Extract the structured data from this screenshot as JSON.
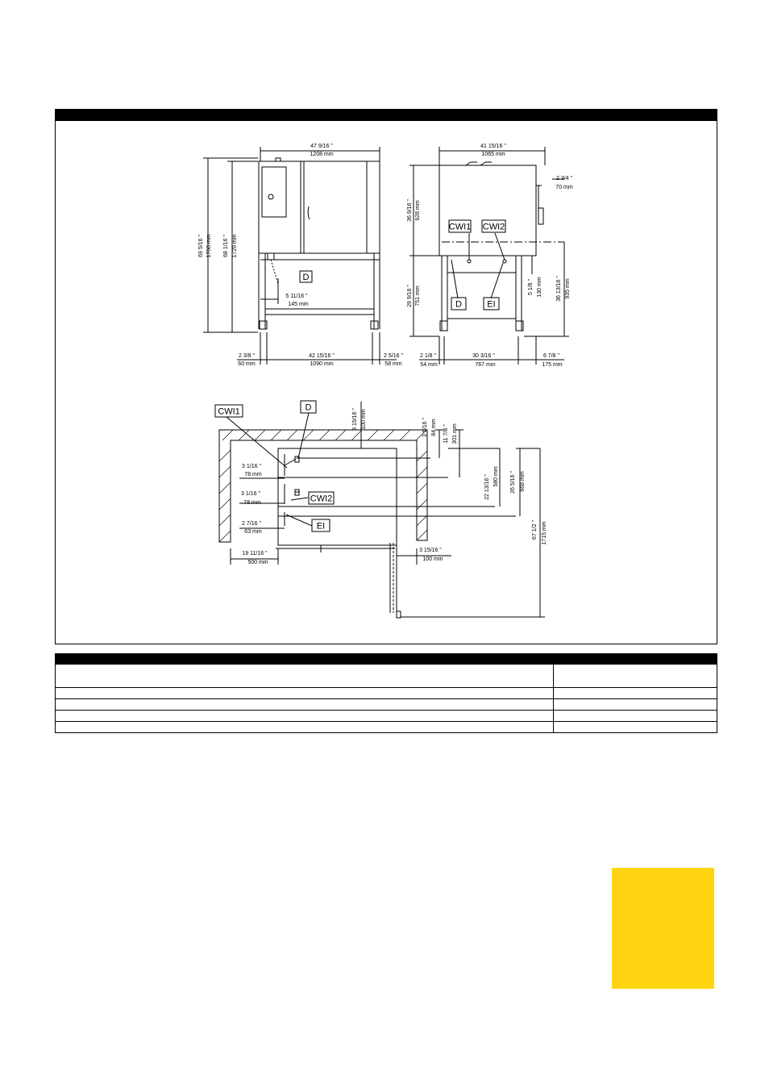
{
  "front_view": {
    "width_in": "47 9/16 \"",
    "width_mm": "1208 mm",
    "height_total_in": "69 5/16 \"",
    "height_total_mm": "1760 mm",
    "height_body_in": "68 1/16 \"",
    "height_body_mm": "1729 mm",
    "drain_offset_in": "5 11/16 \"",
    "drain_offset_mm": "145 mm",
    "left_in": "2 3/8 \"",
    "left_mm": "60 mm",
    "center_in": "42 15/16 \"",
    "center_mm": "1090 mm",
    "right_in": "2 5/16 \"",
    "right_mm": "58 mm",
    "label_d": "D"
  },
  "side_view": {
    "width_in": "41 15/16 \"",
    "width_mm": "1065 mm",
    "back_in": "2 3/4 \"",
    "back_mm": "70 mm",
    "upper_in": "36 9/16 \"",
    "upper_mm": "928 mm",
    "lower_in": "29 9/16 \"",
    "lower_mm": "751 mm",
    "conn_in": "5 1/8 \"",
    "conn_mm": "130 mm",
    "right_h_in": "36 13/16 \"",
    "right_h_mm": "935 mm",
    "left_in": "2 1/8 \"",
    "left_mm": "54 mm",
    "center_in": "30 3/16 \"",
    "center_mm": "767 mm",
    "right_in": "6 7/8 \"",
    "right_mm": "175 mm",
    "label_cwi1": "CWI1",
    "label_cwi2": "CWI2",
    "label_d": "D",
    "label_ei": "EI"
  },
  "plan_view": {
    "label_cwi1": "CWI1",
    "label_d": "D",
    "label_cwi2": "CWI2",
    "label_ei": "EI",
    "top_in": "3 15/16 \"",
    "top_mm": "100 mm",
    "r1_in": "3 5/16 \"",
    "r1_mm": "84 mm",
    "r2_in": "11 7/8 \"",
    "r2_mm": "301 mm",
    "d1_in": "3 1/16 \"",
    "d1_mm": "78 mm",
    "d2_in": "3 1/16 \"",
    "d2_mm": "78 mm",
    "d3_in": "2 7/16 \"",
    "d3_mm": "63 mm",
    "v1_in": "22 13/16 \"",
    "v1_mm": "580 mm",
    "v2_in": "26 5/16 \"",
    "v2_mm": "668 mm",
    "v3_in": "67 1/2 \"",
    "v3_mm": "1715 mm",
    "bottom_left_in": "19 11/16 \"",
    "bottom_left_mm": "500 mm",
    "bottom_right_in": "3 15/16 \"",
    "bottom_right_mm": "100 mm"
  },
  "colors": {
    "badge": "#fed510",
    "ink": "#000000"
  }
}
